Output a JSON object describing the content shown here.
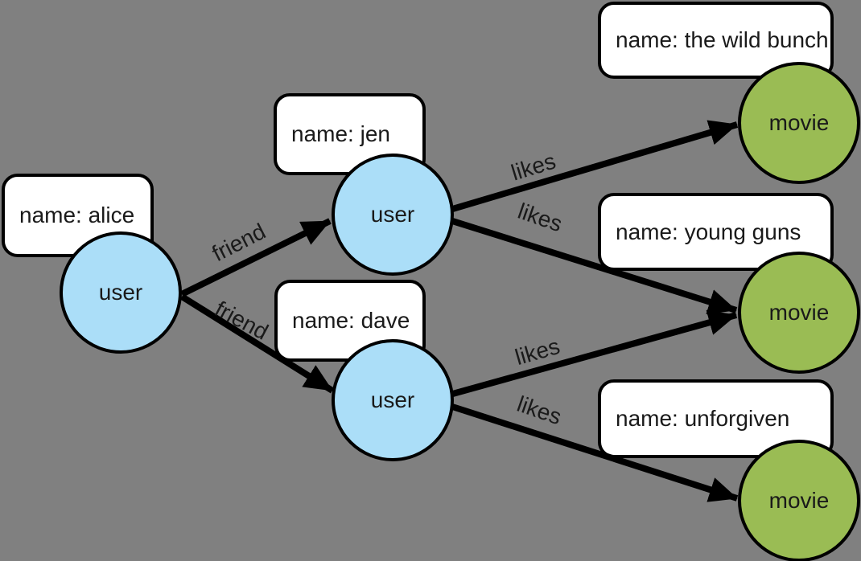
{
  "diagram": {
    "type": "property-graph",
    "background_color": "#808080",
    "colors": {
      "user_node_fill": "#abdef8",
      "movie_node_fill": "#9abc54",
      "property_box_fill": "#ffffff",
      "stroke": "#000000",
      "text": "#1a1a1a"
    },
    "nodes": [
      {
        "id": "alice",
        "type": "user",
        "label": "user",
        "property": "name: alice"
      },
      {
        "id": "jen",
        "type": "user",
        "label": "user",
        "property": "name: jen"
      },
      {
        "id": "dave",
        "type": "user",
        "label": "user",
        "property": "name: dave"
      },
      {
        "id": "the-wild-bunch",
        "type": "movie",
        "label": "movie",
        "property": "name: the wild bunch"
      },
      {
        "id": "young-guns",
        "type": "movie",
        "label": "movie",
        "property": "name: young guns"
      },
      {
        "id": "unforgiven",
        "type": "movie",
        "label": "movie",
        "property": "name: unforgiven"
      }
    ],
    "edges": [
      {
        "from": "alice",
        "to": "jen",
        "label": "friend"
      },
      {
        "from": "alice",
        "to": "dave",
        "label": "friend"
      },
      {
        "from": "jen",
        "to": "the-wild-bunch",
        "label": "likes"
      },
      {
        "from": "jen",
        "to": "young-guns",
        "label": "likes"
      },
      {
        "from": "dave",
        "to": "young-guns",
        "label": "likes"
      },
      {
        "from": "dave",
        "to": "unforgiven",
        "label": "likes"
      }
    ]
  }
}
